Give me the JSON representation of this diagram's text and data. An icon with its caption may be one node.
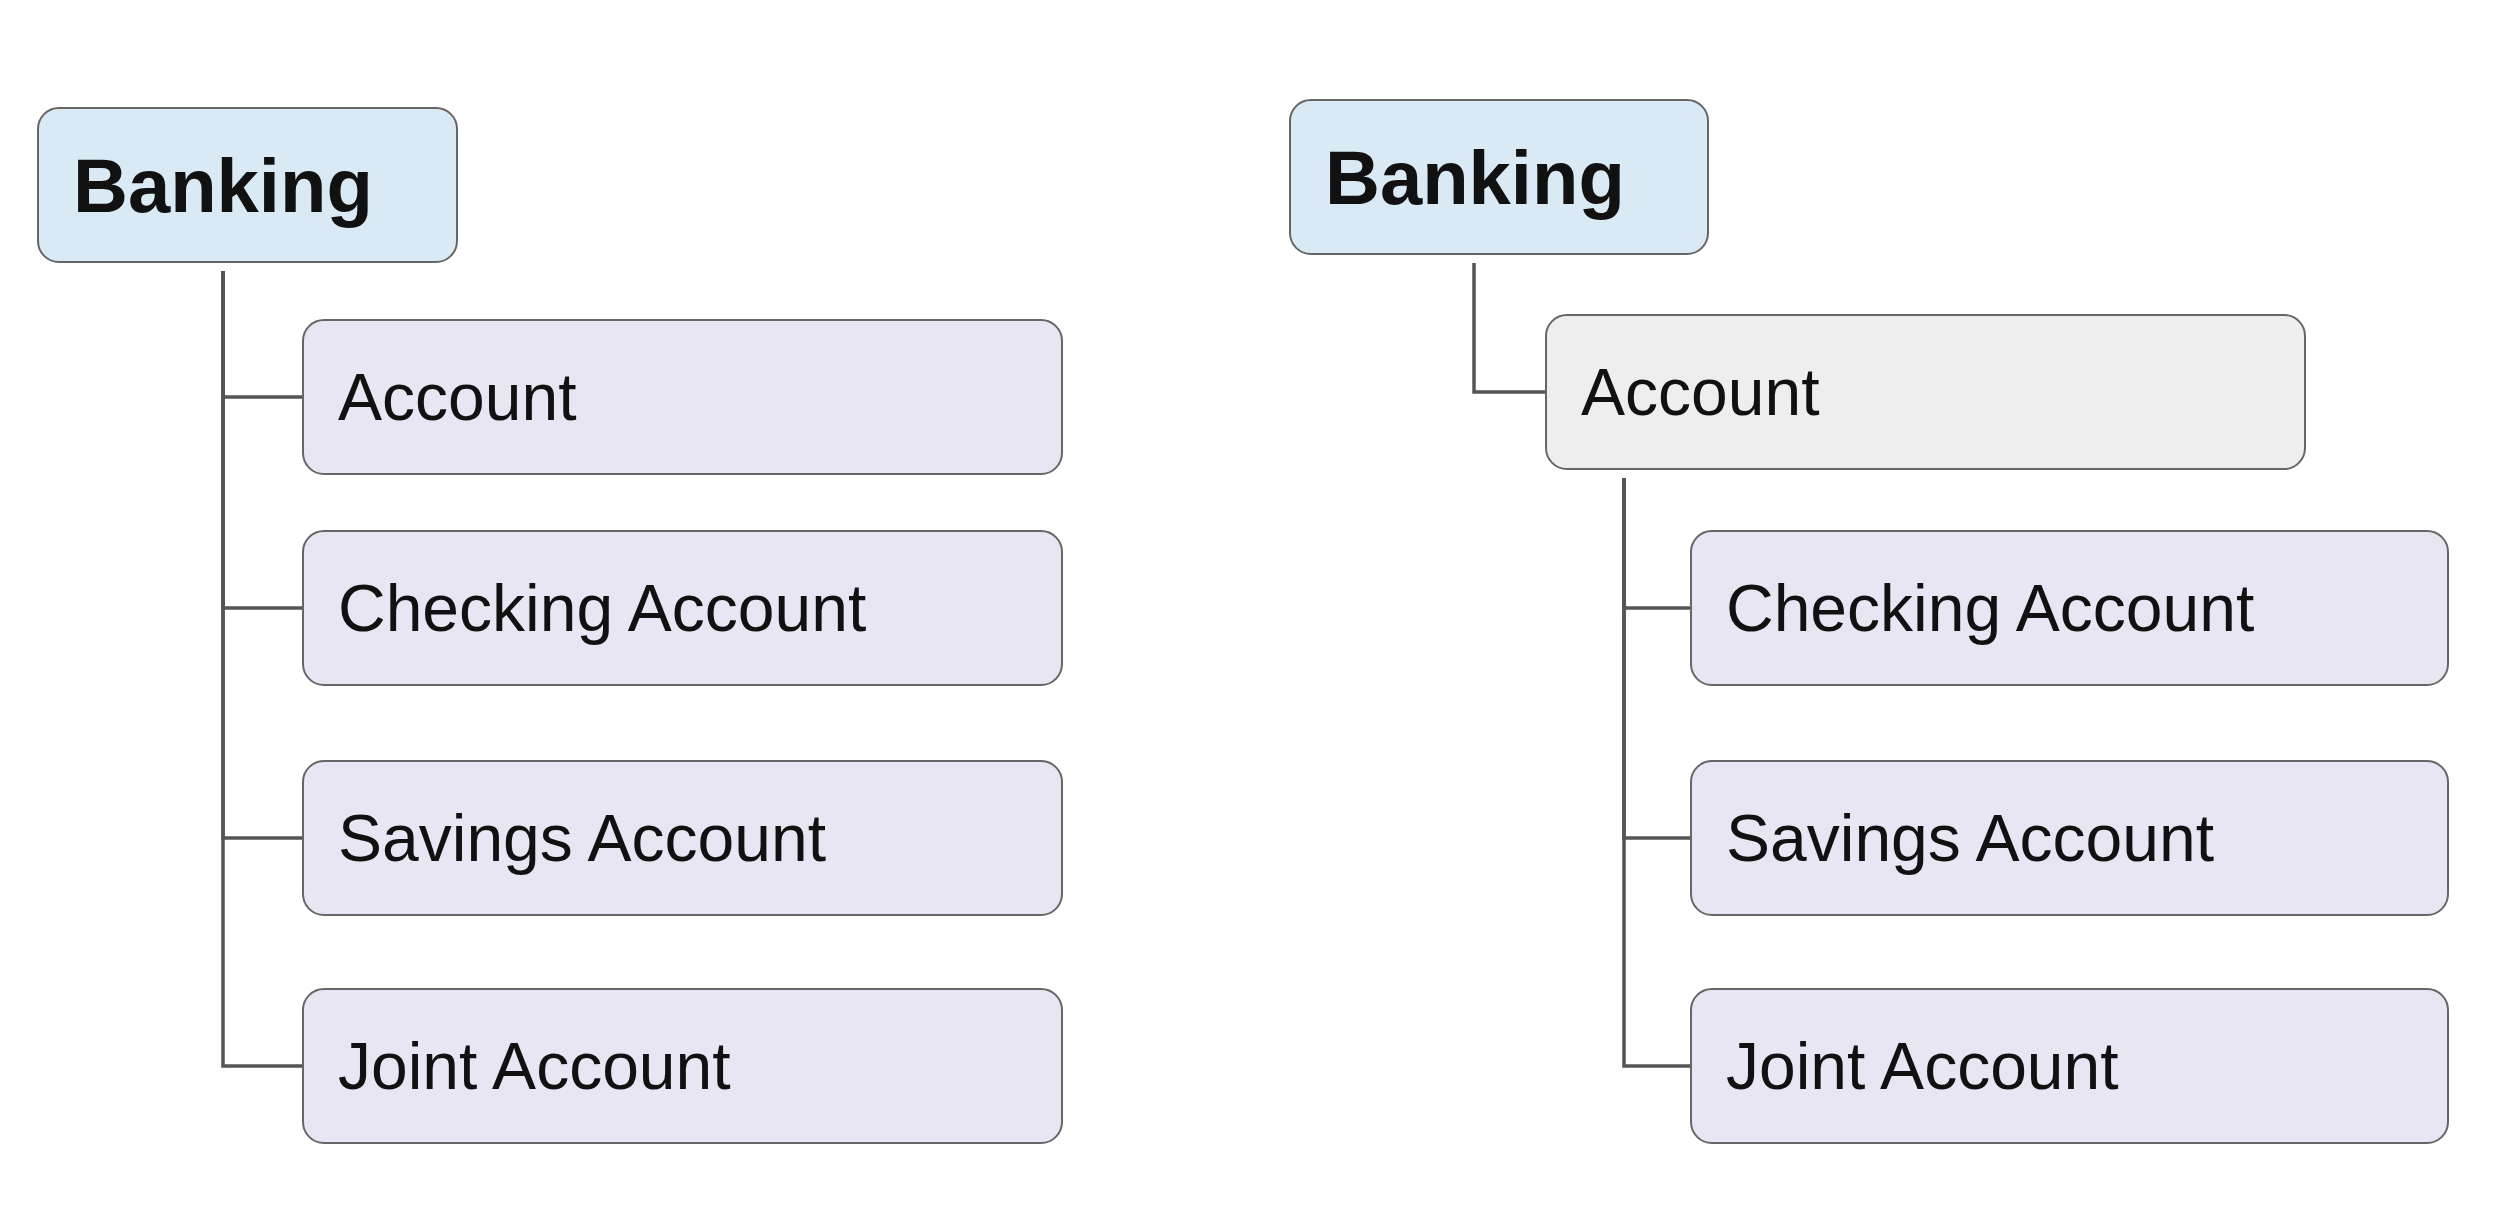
{
  "diagram": {
    "nodes": [
      {
        "text": [
          "Banking"
        ]
      },
      {
        "text": [
          "Account"
        ]
      },
      {
        "text": [
          "Checking Account"
        ]
      },
      {
        "text": [
          "Savings Account"
        ]
      },
      {
        "text": [
          "Joint Account"
        ]
      },
      {
        "text": [
          "Banking"
        ]
      },
      {
        "text": [
          "Account"
        ]
      },
      {
        "text": [
          "Checking Account"
        ]
      },
      {
        "text": [
          "Savings Account"
        ]
      },
      {
        "text": [
          "Joint Account"
        ]
      }
    ],
    "edges": [
      {
        "from": 0,
        "to": 1,
        "arrow": "none"
      },
      {
        "from": 0,
        "to": 2,
        "arrow": "none"
      },
      {
        "from": 0,
        "to": 3,
        "arrow": "none"
      },
      {
        "from": 0,
        "to": 4,
        "arrow": "none"
      },
      {
        "from": 5,
        "to": 6,
        "arrow": "none"
      },
      {
        "from": 6,
        "to": 7,
        "arrow": "none"
      },
      {
        "from": 6,
        "to": 8,
        "arrow": "none"
      },
      {
        "from": 6,
        "to": 9,
        "arrow": "none"
      }
    ]
  }
}
